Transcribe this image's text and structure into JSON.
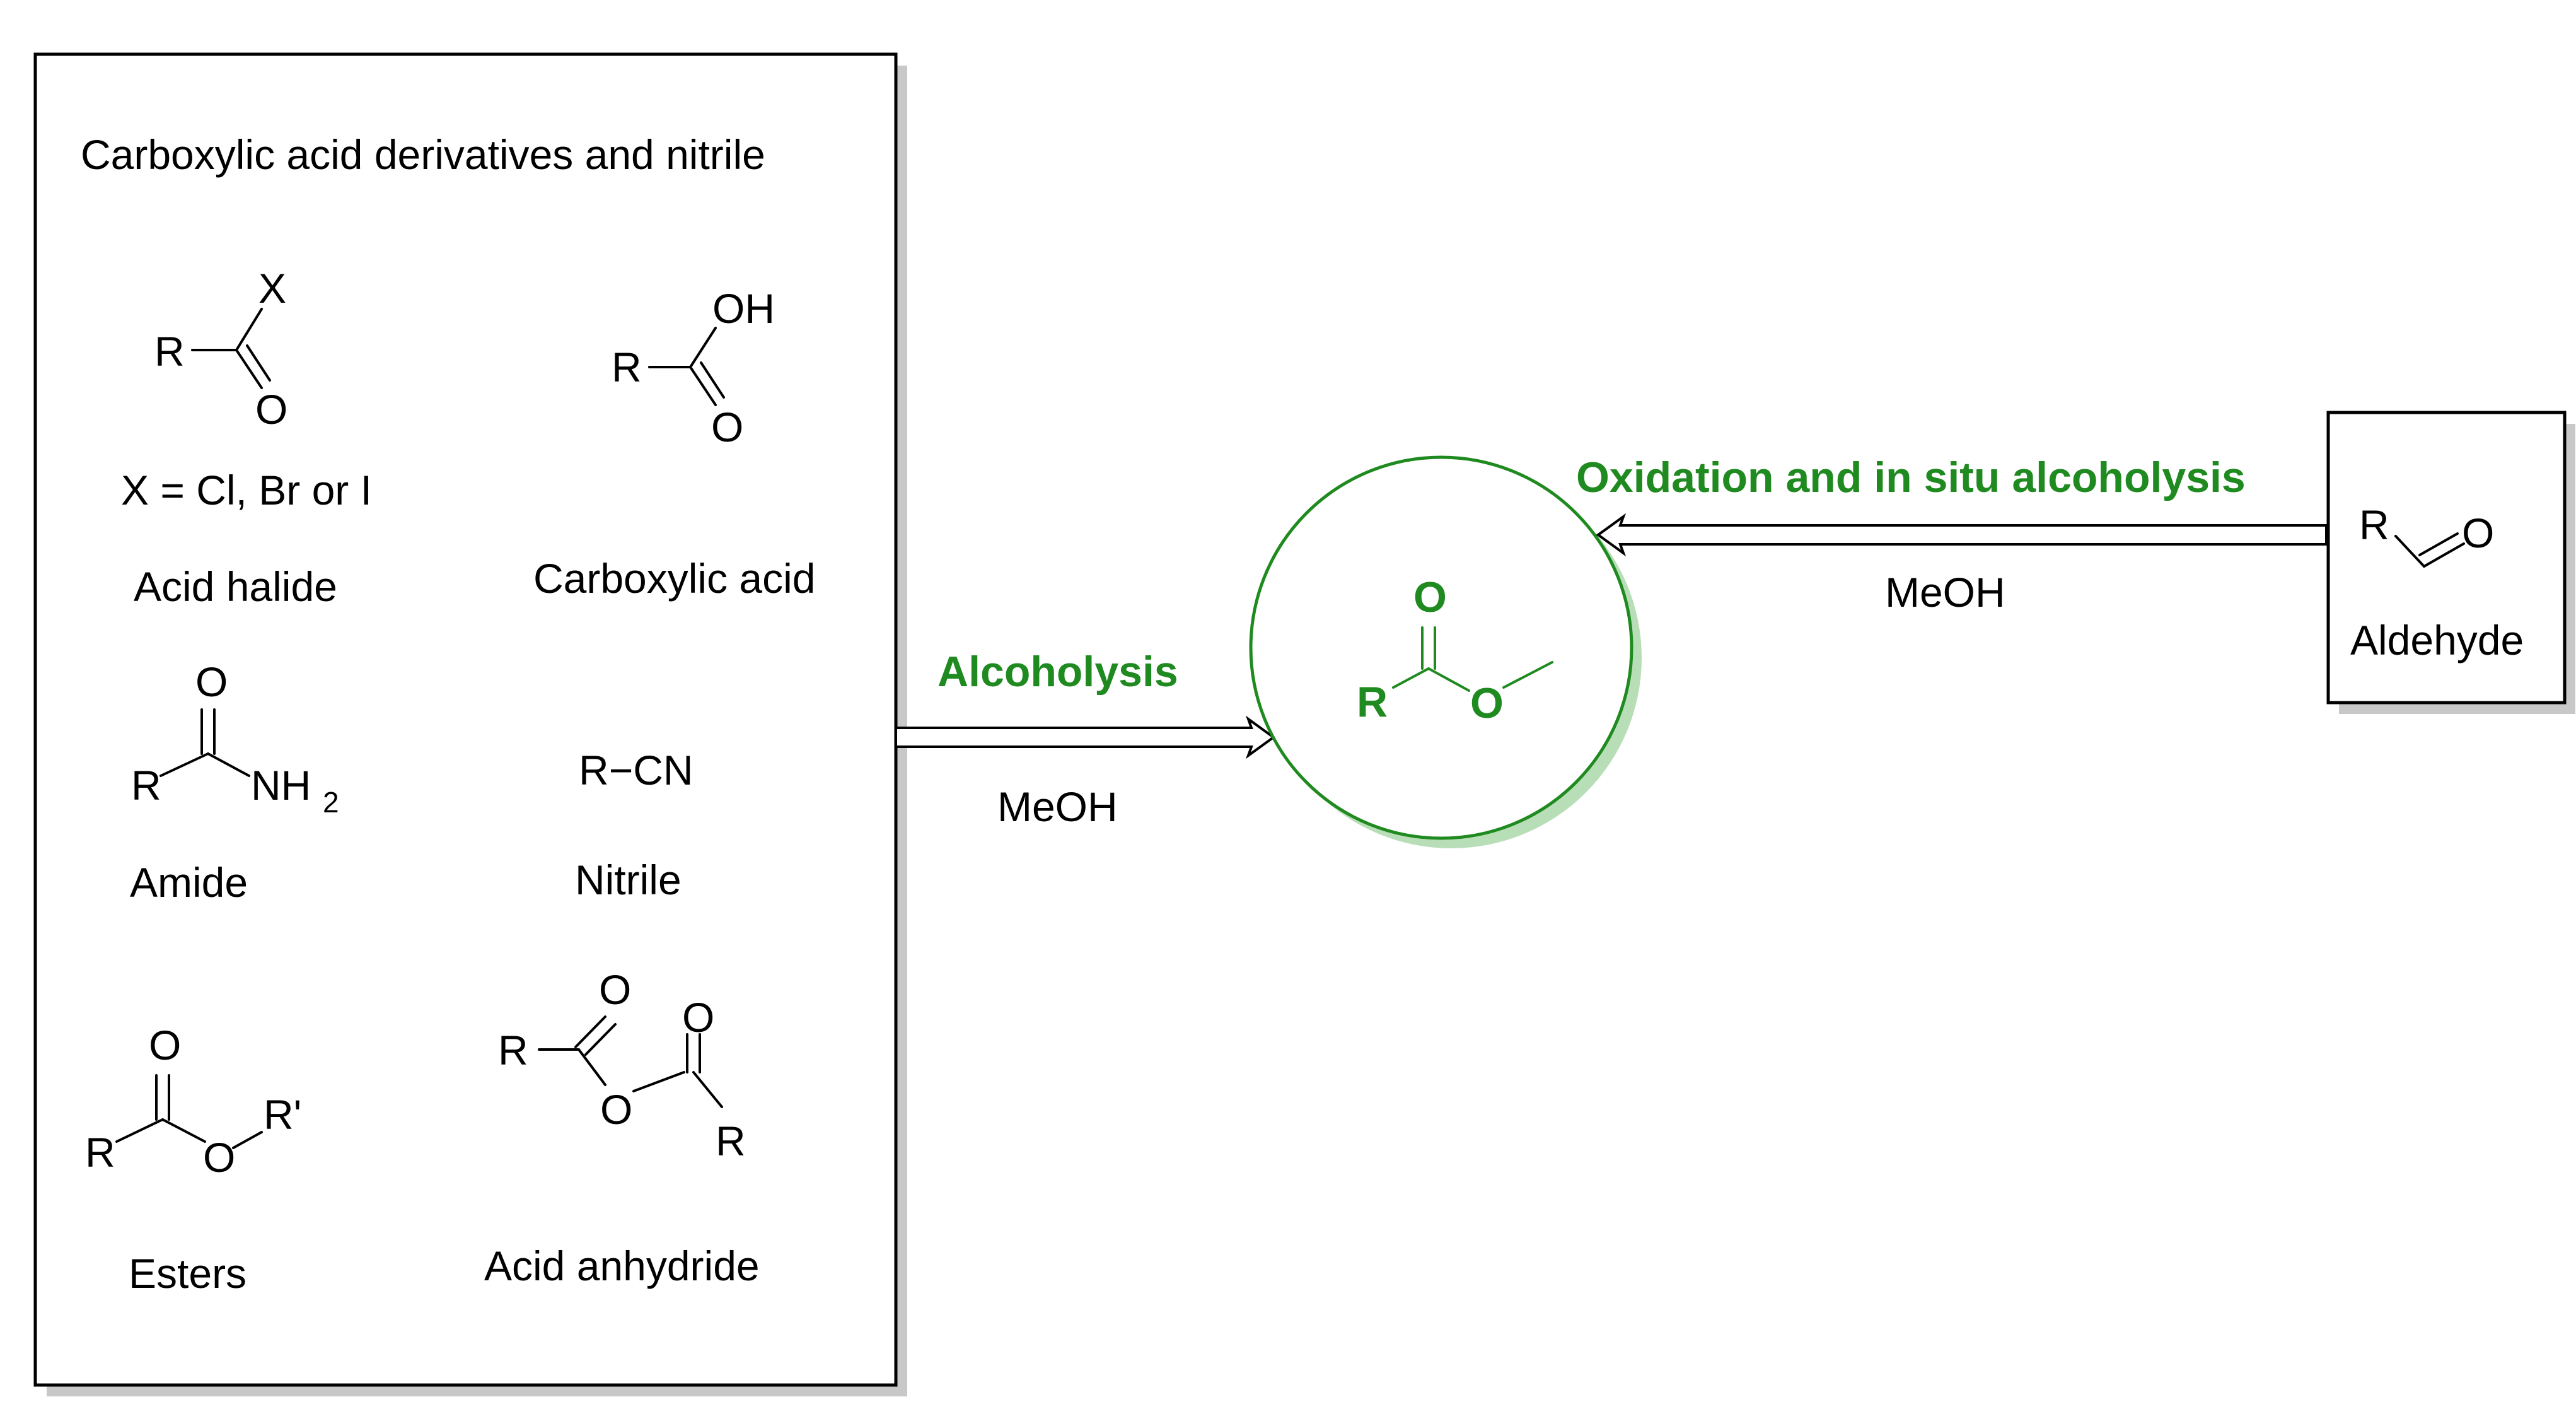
{
  "left_panel": {
    "title": "Carboxylic acid derivatives and nitrile",
    "compounds": [
      {
        "name": "Acid halide",
        "note": "X = Cl, Br or I",
        "atoms": [
          "R",
          "X",
          "O"
        ]
      },
      {
        "name": "Carboxylic acid",
        "atoms": [
          "R",
          "OH",
          "O"
        ]
      },
      {
        "name": "Amide",
        "atoms": [
          "R",
          "O",
          "NH",
          "2"
        ]
      },
      {
        "name": "Nitrile",
        "formula": "R−CN"
      },
      {
        "name": "Esters",
        "atoms": [
          "R",
          "O",
          "O",
          "R'"
        ]
      },
      {
        "name": "Acid anhydride",
        "atoms": [
          "R",
          "O",
          "O",
          "O",
          "R"
        ]
      }
    ]
  },
  "left_arrow": {
    "label_top": "Alcoholysis",
    "label_bottom": "MeOH"
  },
  "product": {
    "atoms": [
      "R",
      "O",
      "O"
    ]
  },
  "right_arrow": {
    "label_top": "Oxidation and in situ alcoholysis",
    "label_bottom": "MeOH"
  },
  "right_panel": {
    "name": "Aldehyde",
    "atoms": [
      "R",
      "O"
    ]
  },
  "colors": {
    "accent": "#1f8a1f",
    "shadow": "#c8c8c8",
    "circle_shadow": "#b8deb8"
  }
}
